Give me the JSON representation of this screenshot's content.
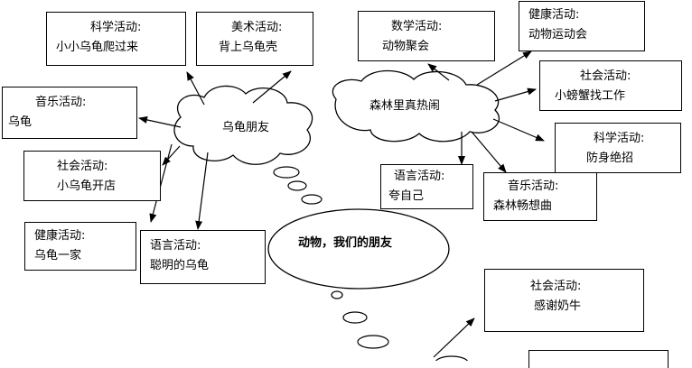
{
  "center": {
    "label": "动物，我们的朋友"
  },
  "turtle_cloud": {
    "label": "乌龟朋友"
  },
  "forest_cloud": {
    "label": "森林里真热闹"
  },
  "boxes": {
    "science_turtle": {
      "title": "科学活动:",
      "sub": "小小乌龟爬过来"
    },
    "art_shell": {
      "title": "美术活动:",
      "sub": "背上乌龟壳"
    },
    "music_turtle": {
      "title": "音乐活动:",
      "sub": "乌龟"
    },
    "social_shop": {
      "title": "社会活动:",
      "sub": "小乌龟开店"
    },
    "health_family": {
      "title": "健康活动:",
      "sub": "乌龟一家"
    },
    "lang_clever": {
      "title": "语言活动:",
      "sub": "聪明的乌龟"
    },
    "math_party": {
      "title": "数学活动:",
      "sub": "动物聚会"
    },
    "health_sports": {
      "title": "健康活动:",
      "sub": "动物运动会"
    },
    "social_crab": {
      "title": "社会活动:",
      "sub": "小螃蟹找工作"
    },
    "science_defense": {
      "title": "科学活动:",
      "sub": "防身绝招"
    },
    "lang_boast": {
      "title": "语言活动:",
      "sub": "夸自己"
    },
    "music_forest": {
      "title": "音乐活动:",
      "sub": "森林畅想曲"
    },
    "social_cow": {
      "title": "社会活动:",
      "sub": "感谢奶牛"
    }
  }
}
